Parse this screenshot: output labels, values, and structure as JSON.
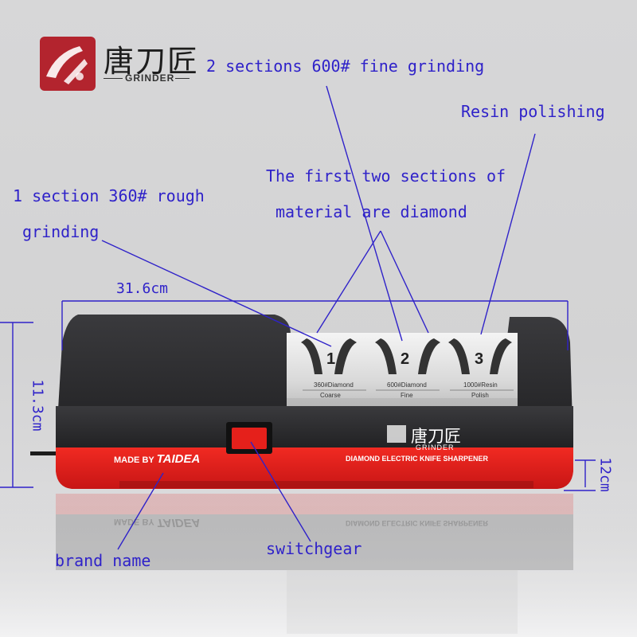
{
  "logo": {
    "chinese_name": "唐刀匠",
    "english_name": "GRINDER"
  },
  "annotations": {
    "fine_grinding": "2 sections 600# fine grinding",
    "resin_polishing": "Resin polishing",
    "diamond_line1": "The first two sections of",
    "diamond_line2": "material are diamond",
    "rough_line1": "1 section 360# rough",
    "rough_line2": "grinding",
    "brand_name": "brand name",
    "switchgear": "switchgear"
  },
  "dimensions": {
    "length": "31.6cm",
    "height": "11.3cm",
    "depth": "12cm"
  },
  "device": {
    "slots": [
      {
        "number": "1",
        "grit": "360#Diamond",
        "stage": "Coarse"
      },
      {
        "number": "2",
        "grit": "600#Diamond",
        "stage": "Fine"
      },
      {
        "number": "3",
        "grit": "1000#Resin",
        "stage": "Polish"
      }
    ],
    "made_by_prefix": "MADE BY",
    "made_by_brand": "TAIDEA",
    "product_subtitle": "DIAMOND ELECTRIC KNIFE SHARPENER",
    "panel_logo_cn": "唐刀匠"
  },
  "colors": {
    "annotation": "#2f22c9",
    "accent_red": "#e31f1f",
    "body_dark": "#2a2a2c",
    "logo_red": "#b3242e"
  }
}
